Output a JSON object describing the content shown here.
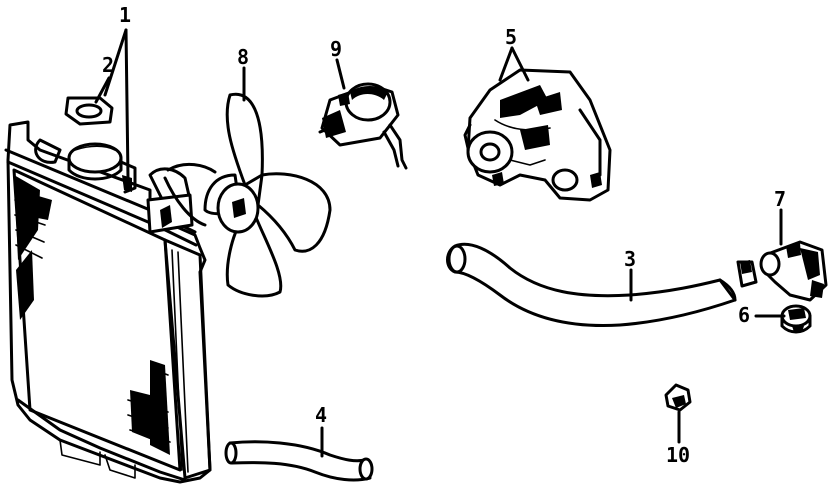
{
  "callouts": {
    "c1": "1",
    "c2": "2",
    "c3": "3",
    "c4": "4",
    "c5": "5",
    "c6": "6",
    "c7": "7",
    "c8": "8",
    "c9": "9",
    "c10": "10"
  },
  "parts": [
    {
      "id": "radiator-assembly",
      "icon": "radiator-icon"
    },
    {
      "id": "cap-gasket",
      "icon": "gasket-icon"
    },
    {
      "id": "upper-hose",
      "icon": "hose-icon"
    },
    {
      "id": "lower-hose",
      "icon": "hose-icon"
    },
    {
      "id": "water-pump",
      "icon": "pump-icon"
    },
    {
      "id": "thermostat",
      "icon": "thermostat-icon"
    },
    {
      "id": "thermostat-housing",
      "icon": "housing-icon"
    },
    {
      "id": "fan-blade",
      "icon": "fan-icon"
    },
    {
      "id": "fan-motor",
      "icon": "motor-icon"
    },
    {
      "id": "temp-sensor",
      "icon": "sensor-icon"
    }
  ]
}
